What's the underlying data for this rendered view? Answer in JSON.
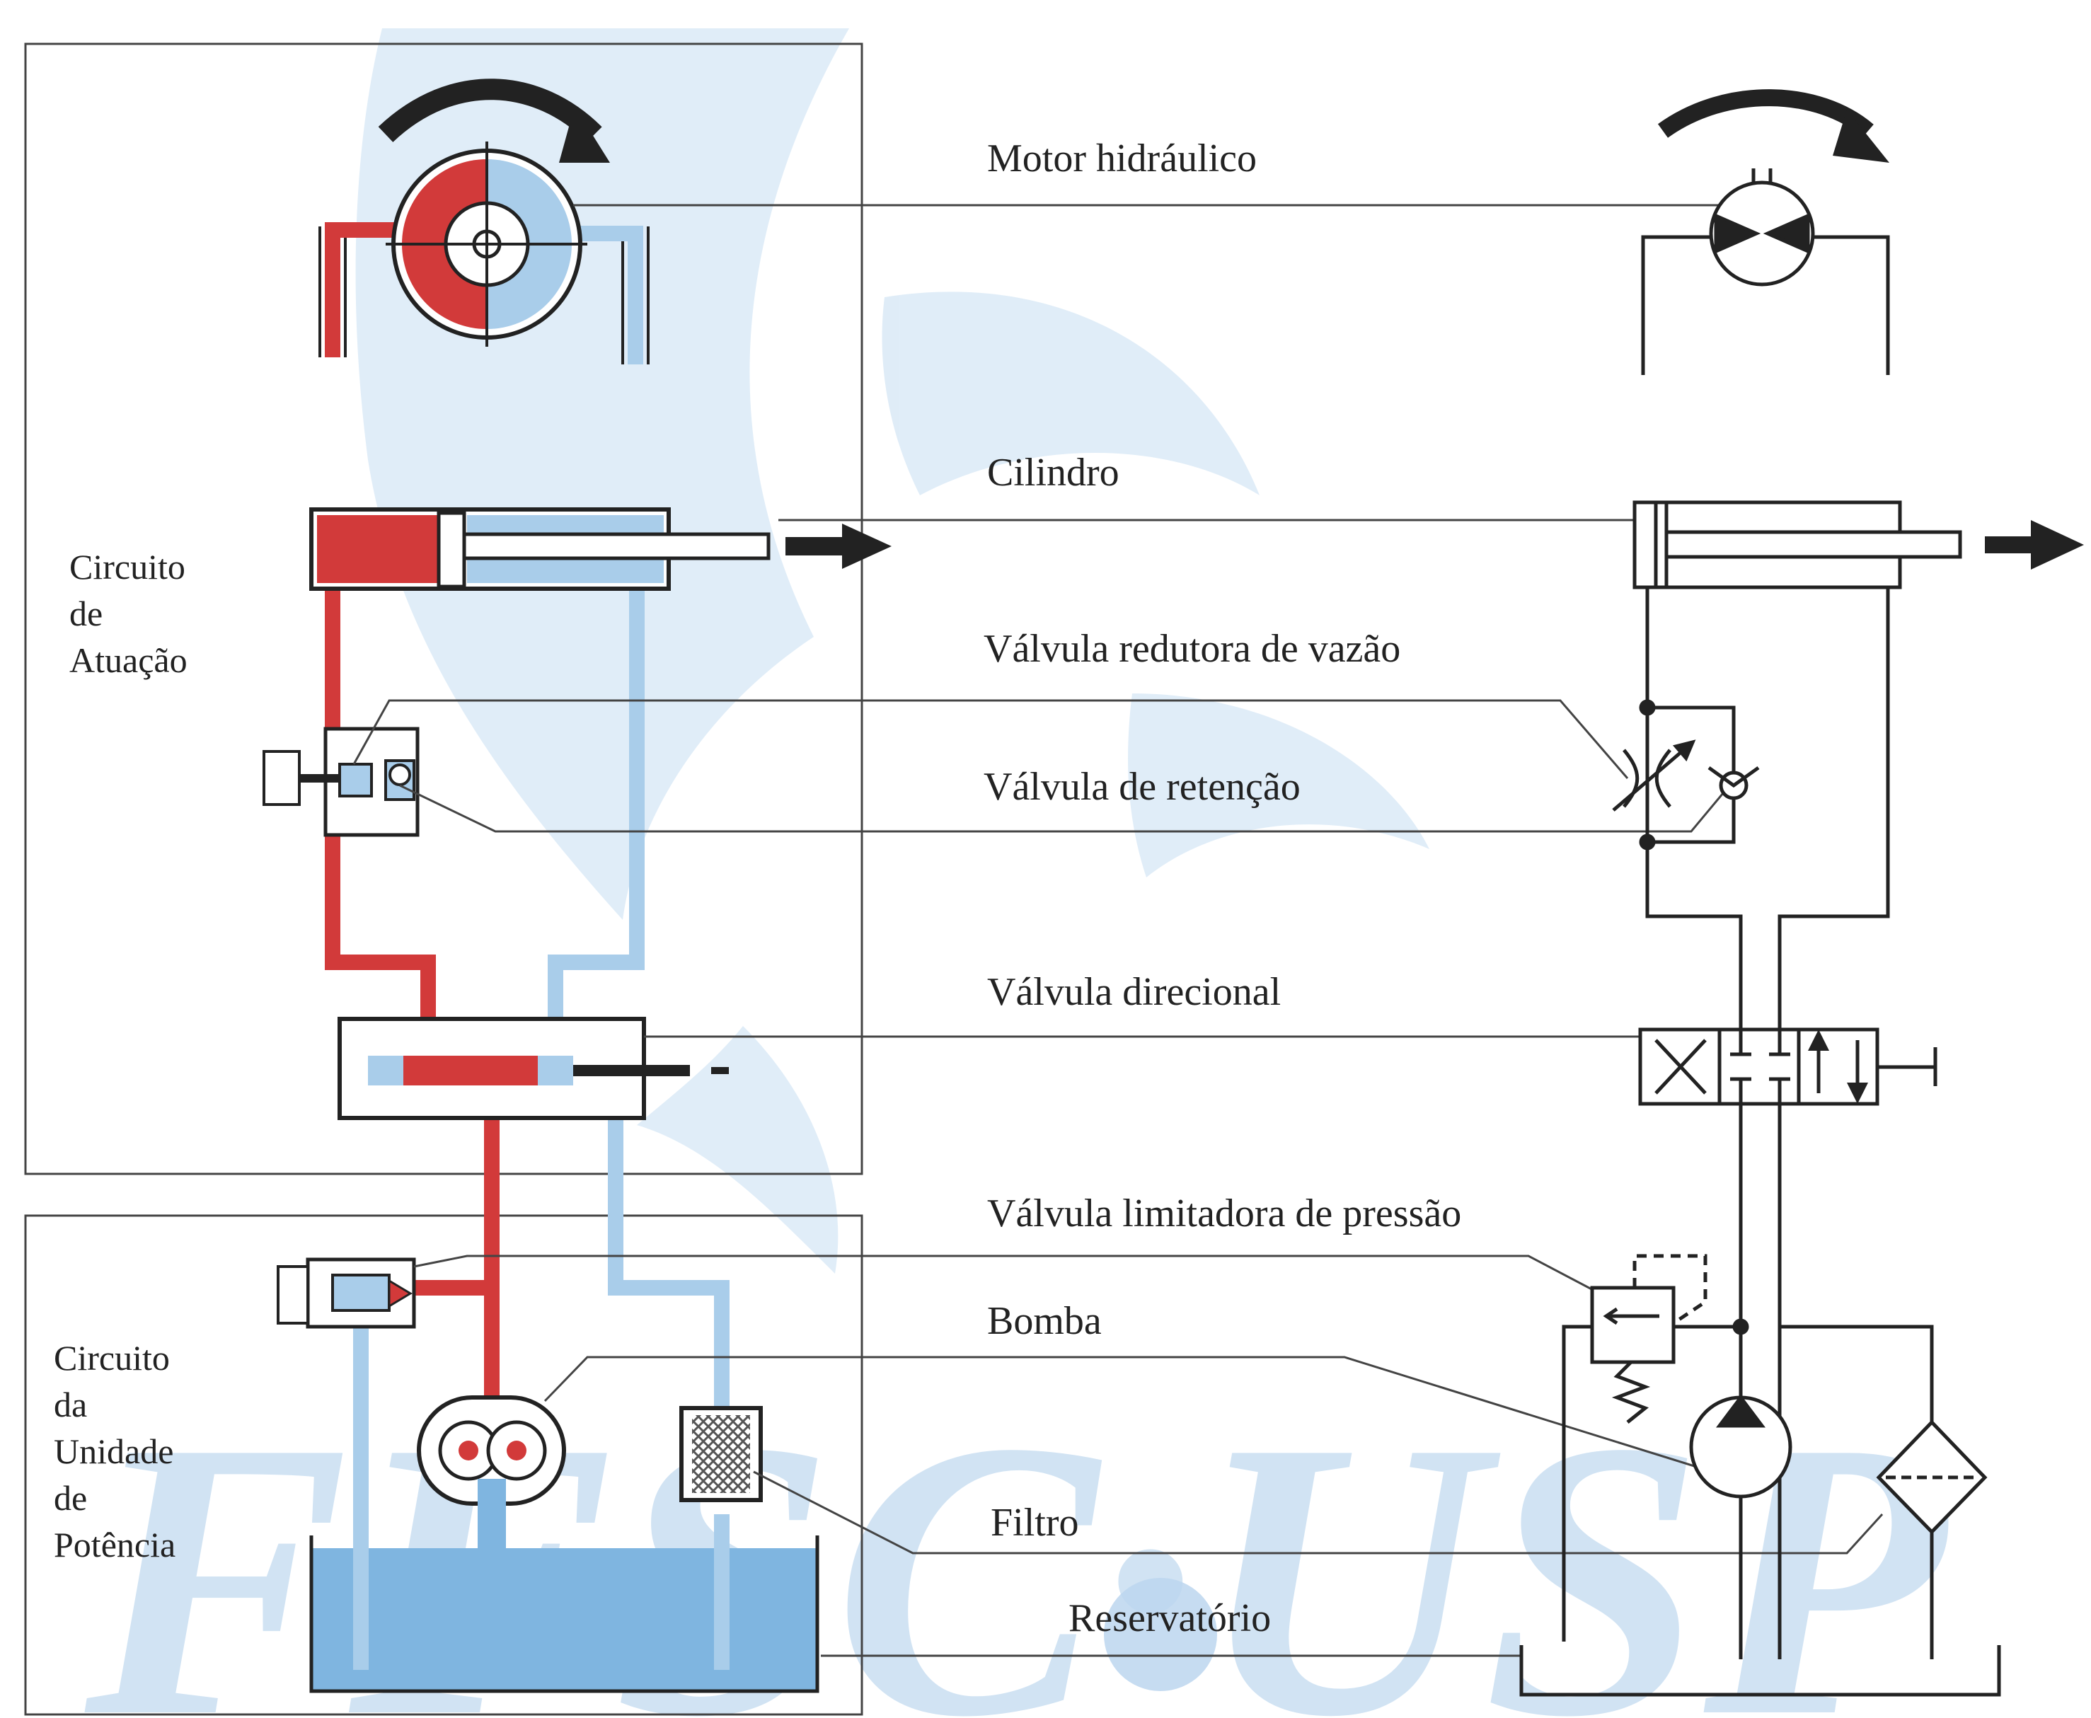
{
  "labels": {
    "motor": "Motor hidráulico",
    "cilindro": "Cilindro",
    "redutora": "Válvula redutora de vazão",
    "retencao": "Válvula de retenção",
    "direcional": "Válvula direcional",
    "limitadora": "Válvula limitadora de pressão",
    "bomba": "Bomba",
    "filtro": "Filtro",
    "reservatorio": "Reservatório"
  },
  "sections": {
    "atuacao": [
      "Circuito",
      "de",
      "Atuação"
    ],
    "potencia": [
      "Circuito",
      "da",
      "Unidade",
      "de",
      "Potência"
    ]
  },
  "watermark": "FFSC·USP",
  "colors": {
    "pressure": "#d23a3a",
    "return": "#a9cdea",
    "fluid": "#7fb5e0",
    "watermark": "#c9dff2",
    "line": "#222222"
  }
}
